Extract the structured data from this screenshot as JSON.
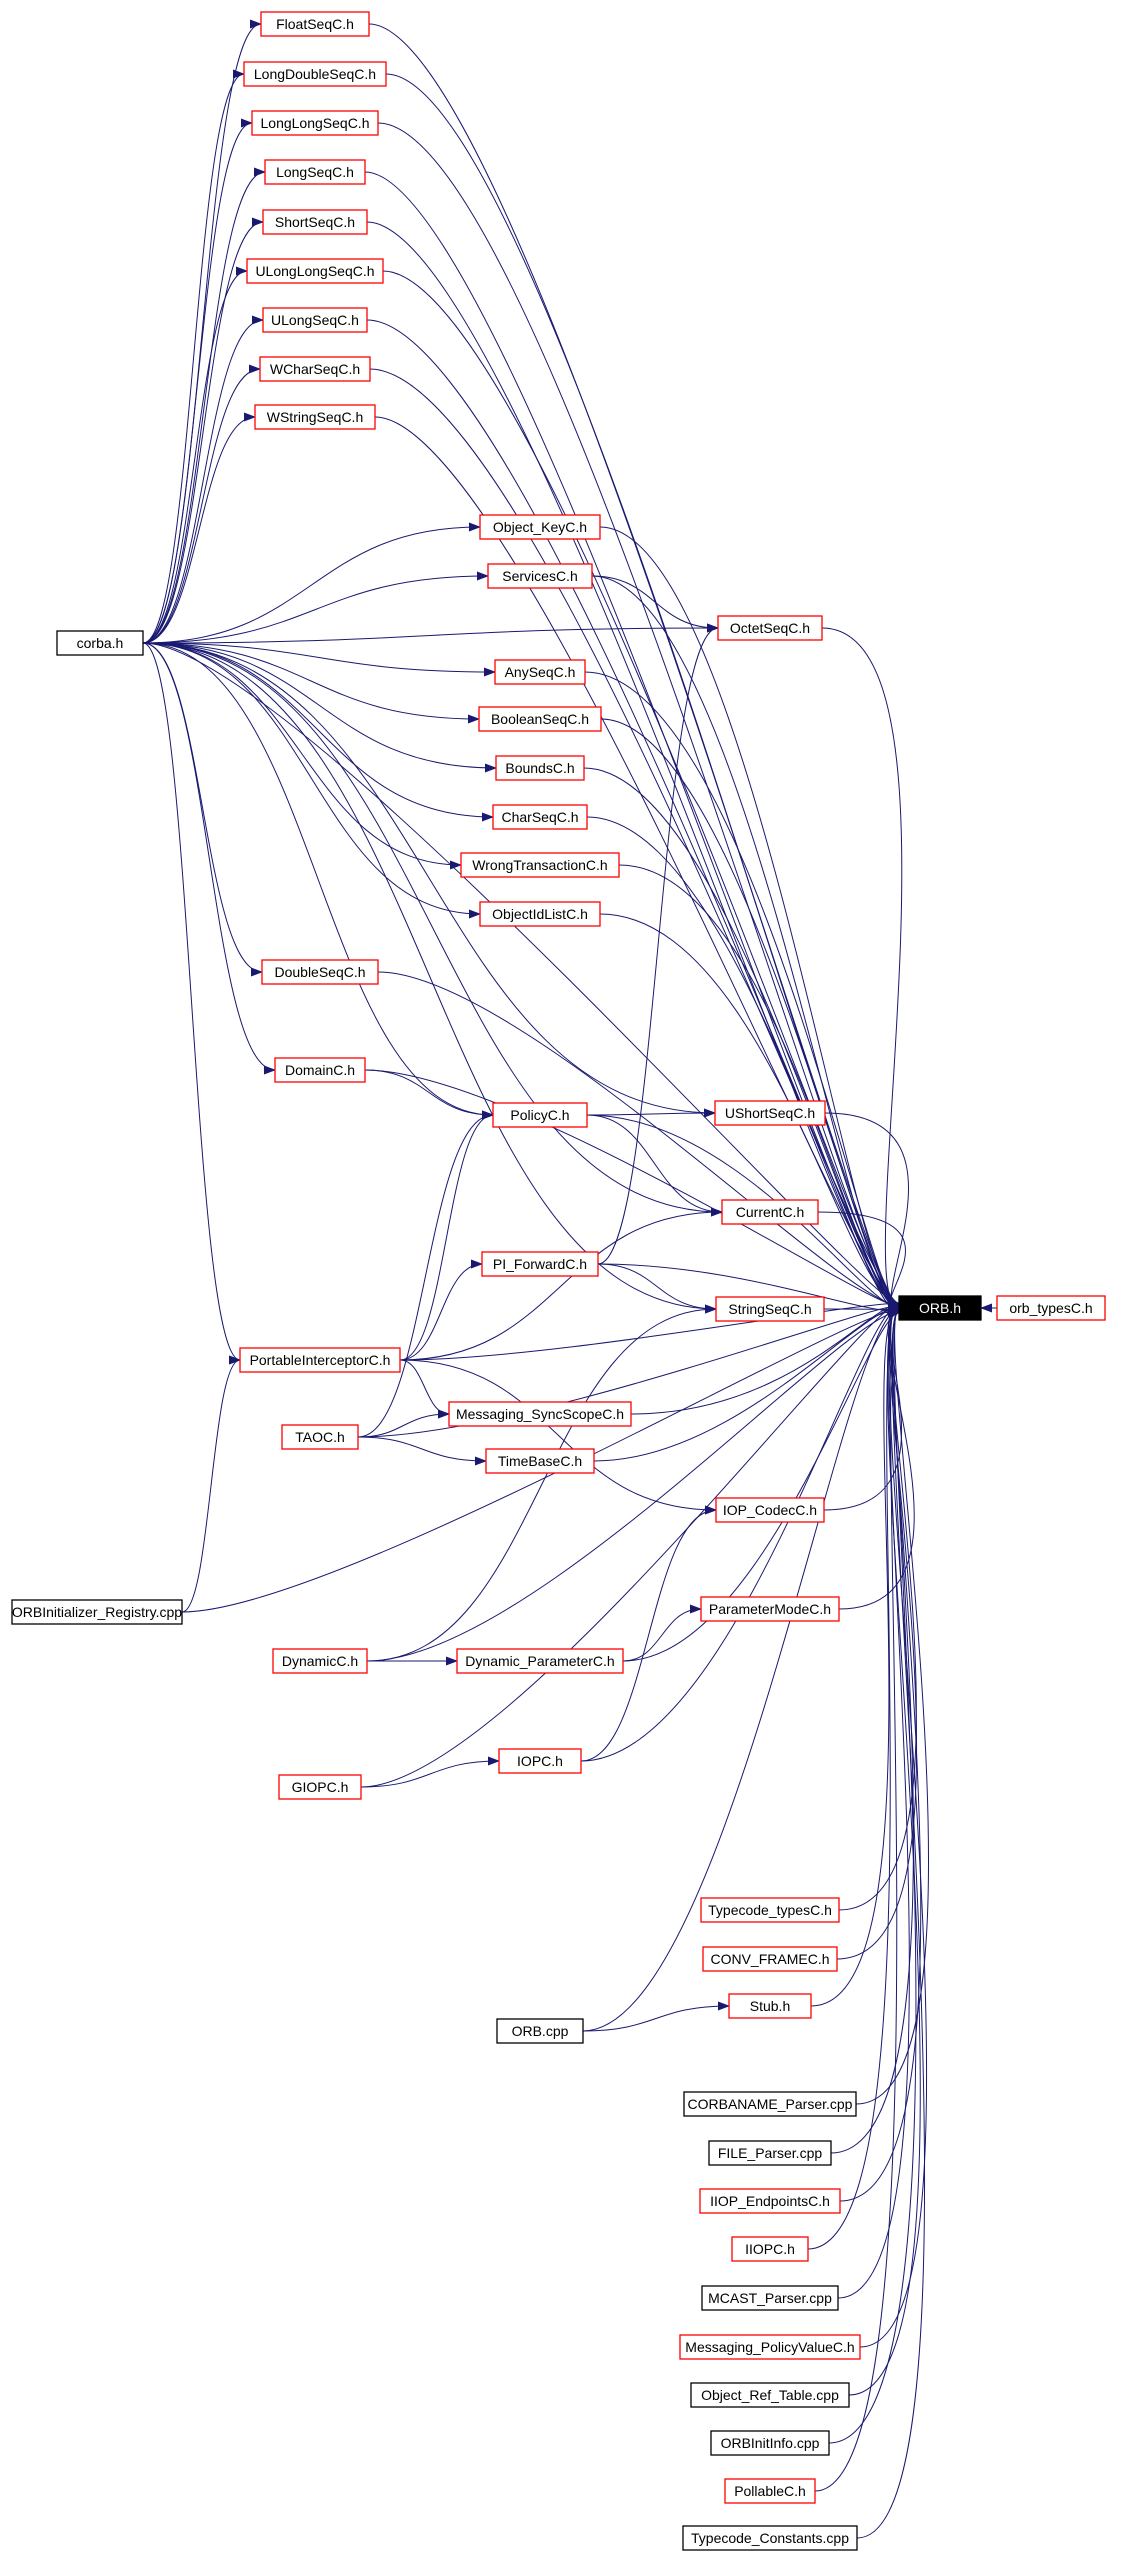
{
  "colors": {
    "edge": "#191970",
    "linked_border": "#ff0000",
    "plain_border": "#000000",
    "focus_fill": "#000000",
    "focus_text": "#ffffff",
    "text": "#000000"
  },
  "focus_node": "ORB.h",
  "nodes": [
    {
      "label": "ORB.h",
      "kind": "focus"
    },
    {
      "label": "orb_typesC.h",
      "kind": "linked"
    },
    {
      "label": "corba.h",
      "kind": "plain"
    },
    {
      "label": "FloatSeqC.h",
      "kind": "linked"
    },
    {
      "label": "LongDoubleSeqC.h",
      "kind": "linked"
    },
    {
      "label": "LongLongSeqC.h",
      "kind": "linked"
    },
    {
      "label": "LongSeqC.h",
      "kind": "linked"
    },
    {
      "label": "ShortSeqC.h",
      "kind": "linked"
    },
    {
      "label": "ULongLongSeqC.h",
      "kind": "linked"
    },
    {
      "label": "ULongSeqC.h",
      "kind": "linked"
    },
    {
      "label": "WCharSeqC.h",
      "kind": "linked"
    },
    {
      "label": "WStringSeqC.h",
      "kind": "linked"
    },
    {
      "label": "Object_KeyC.h",
      "kind": "linked"
    },
    {
      "label": "ServicesC.h",
      "kind": "linked"
    },
    {
      "label": "OctetSeqC.h",
      "kind": "linked"
    },
    {
      "label": "AnySeqC.h",
      "kind": "linked"
    },
    {
      "label": "BooleanSeqC.h",
      "kind": "linked"
    },
    {
      "label": "BoundsC.h",
      "kind": "linked"
    },
    {
      "label": "CharSeqC.h",
      "kind": "linked"
    },
    {
      "label": "WrongTransactionC.h",
      "kind": "linked"
    },
    {
      "label": "ObjectIdListC.h",
      "kind": "linked"
    },
    {
      "label": "DoubleSeqC.h",
      "kind": "linked"
    },
    {
      "label": "DomainC.h",
      "kind": "linked"
    },
    {
      "label": "PolicyC.h",
      "kind": "linked"
    },
    {
      "label": "UShortSeqC.h",
      "kind": "linked"
    },
    {
      "label": "CurrentC.h",
      "kind": "linked"
    },
    {
      "label": "PI_ForwardC.h",
      "kind": "linked"
    },
    {
      "label": "StringSeqC.h",
      "kind": "linked"
    },
    {
      "label": "PortableInterceptorC.h",
      "kind": "linked"
    },
    {
      "label": "Messaging_SyncScopeC.h",
      "kind": "linked"
    },
    {
      "label": "TAOC.h",
      "kind": "linked"
    },
    {
      "label": "TimeBaseC.h",
      "kind": "linked"
    },
    {
      "label": "IOP_CodecC.h",
      "kind": "linked"
    },
    {
      "label": "ORBInitializer_Registry.cpp",
      "kind": "plain"
    },
    {
      "label": "ParameterModeC.h",
      "kind": "linked"
    },
    {
      "label": "DynamicC.h",
      "kind": "linked"
    },
    {
      "label": "Dynamic_ParameterC.h",
      "kind": "linked"
    },
    {
      "label": "GIOPC.h",
      "kind": "linked"
    },
    {
      "label": "IOPC.h",
      "kind": "linked"
    },
    {
      "label": "Typecode_typesC.h",
      "kind": "linked"
    },
    {
      "label": "CONV_FRAMEC.h",
      "kind": "linked"
    },
    {
      "label": "Stub.h",
      "kind": "linked"
    },
    {
      "label": "ORB.cpp",
      "kind": "plain"
    },
    {
      "label": "CORBANAME_Parser.cpp",
      "kind": "plain"
    },
    {
      "label": "FILE_Parser.cpp",
      "kind": "plain"
    },
    {
      "label": "IIOP_EndpointsC.h",
      "kind": "linked"
    },
    {
      "label": "IIOPC.h",
      "kind": "linked"
    },
    {
      "label": "MCAST_Parser.cpp",
      "kind": "plain"
    },
    {
      "label": "Messaging_PolicyValueC.h",
      "kind": "linked"
    },
    {
      "label": "Object_Ref_Table.cpp",
      "kind": "plain"
    },
    {
      "label": "ORBInitInfo.cpp",
      "kind": "plain"
    },
    {
      "label": "PollableC.h",
      "kind": "linked"
    },
    {
      "label": "Typecode_Constants.cpp",
      "kind": "plain"
    }
  ],
  "edges": [
    [
      "orb_typesC.h",
      "ORB.h"
    ],
    [
      "corba.h",
      "ORB.h"
    ],
    [
      "corba.h",
      "FloatSeqC.h"
    ],
    [
      "corba.h",
      "LongDoubleSeqC.h"
    ],
    [
      "corba.h",
      "LongLongSeqC.h"
    ],
    [
      "corba.h",
      "LongSeqC.h"
    ],
    [
      "corba.h",
      "ShortSeqC.h"
    ],
    [
      "corba.h",
      "ULongLongSeqC.h"
    ],
    [
      "corba.h",
      "ULongSeqC.h"
    ],
    [
      "corba.h",
      "WCharSeqC.h"
    ],
    [
      "corba.h",
      "WStringSeqC.h"
    ],
    [
      "corba.h",
      "Object_KeyC.h"
    ],
    [
      "corba.h",
      "ServicesC.h"
    ],
    [
      "corba.h",
      "OctetSeqC.h"
    ],
    [
      "corba.h",
      "AnySeqC.h"
    ],
    [
      "corba.h",
      "BooleanSeqC.h"
    ],
    [
      "corba.h",
      "BoundsC.h"
    ],
    [
      "corba.h",
      "CharSeqC.h"
    ],
    [
      "corba.h",
      "WrongTransactionC.h"
    ],
    [
      "corba.h",
      "ObjectIdListC.h"
    ],
    [
      "corba.h",
      "DoubleSeqC.h"
    ],
    [
      "corba.h",
      "DomainC.h"
    ],
    [
      "corba.h",
      "PolicyC.h"
    ],
    [
      "corba.h",
      "UShortSeqC.h"
    ],
    [
      "corba.h",
      "CurrentC.h"
    ],
    [
      "corba.h",
      "StringSeqC.h"
    ],
    [
      "corba.h",
      "PortableInterceptorC.h"
    ],
    [
      "FloatSeqC.h",
      "ORB.h"
    ],
    [
      "LongDoubleSeqC.h",
      "ORB.h"
    ],
    [
      "LongLongSeqC.h",
      "ORB.h"
    ],
    [
      "LongSeqC.h",
      "ORB.h"
    ],
    [
      "ShortSeqC.h",
      "ORB.h"
    ],
    [
      "ULongLongSeqC.h",
      "ORB.h"
    ],
    [
      "ULongSeqC.h",
      "ORB.h"
    ],
    [
      "WCharSeqC.h",
      "ORB.h"
    ],
    [
      "WStringSeqC.h",
      "ORB.h"
    ],
    [
      "Object_KeyC.h",
      "ORB.h"
    ],
    [
      "ServicesC.h",
      "ORB.h"
    ],
    [
      "ServicesC.h",
      "OctetSeqC.h"
    ],
    [
      "OctetSeqC.h",
      "ORB.h"
    ],
    [
      "AnySeqC.h",
      "ORB.h"
    ],
    [
      "BooleanSeqC.h",
      "ORB.h"
    ],
    [
      "BoundsC.h",
      "ORB.h"
    ],
    [
      "CharSeqC.h",
      "ORB.h"
    ],
    [
      "WrongTransactionC.h",
      "ORB.h"
    ],
    [
      "ObjectIdListC.h",
      "ORB.h"
    ],
    [
      "DoubleSeqC.h",
      "ORB.h"
    ],
    [
      "DomainC.h",
      "ORB.h"
    ],
    [
      "DomainC.h",
      "PolicyC.h"
    ],
    [
      "PolicyC.h",
      "ORB.h"
    ],
    [
      "PolicyC.h",
      "UShortSeqC.h"
    ],
    [
      "PolicyC.h",
      "CurrentC.h"
    ],
    [
      "UShortSeqC.h",
      "ORB.h"
    ],
    [
      "CurrentC.h",
      "ORB.h"
    ],
    [
      "PI_ForwardC.h",
      "ORB.h"
    ],
    [
      "PI_ForwardC.h",
      "StringSeqC.h"
    ],
    [
      "PI_ForwardC.h",
      "OctetSeqC.h"
    ],
    [
      "StringSeqC.h",
      "ORB.h"
    ],
    [
      "PortableInterceptorC.h",
      "ORB.h"
    ],
    [
      "PortableInterceptorC.h",
      "PI_ForwardC.h"
    ],
    [
      "PortableInterceptorC.h",
      "PolicyC.h"
    ],
    [
      "PortableInterceptorC.h",
      "CurrentC.h"
    ],
    [
      "PortableInterceptorC.h",
      "Messaging_SyncScopeC.h"
    ],
    [
      "PortableInterceptorC.h",
      "IOP_CodecC.h"
    ],
    [
      "Messaging_SyncScopeC.h",
      "ORB.h"
    ],
    [
      "TAOC.h",
      "ORB.h"
    ],
    [
      "TAOC.h",
      "PolicyC.h"
    ],
    [
      "TAOC.h",
      "Messaging_SyncScopeC.h"
    ],
    [
      "TAOC.h",
      "TimeBaseC.h"
    ],
    [
      "TimeBaseC.h",
      "ORB.h"
    ],
    [
      "IOP_CodecC.h",
      "ORB.h"
    ],
    [
      "ORBInitializer_Registry.cpp",
      "PortableInterceptorC.h"
    ],
    [
      "ORBInitializer_Registry.cpp",
      "ORB.h"
    ],
    [
      "ParameterModeC.h",
      "ORB.h"
    ],
    [
      "DynamicC.h",
      "Dynamic_ParameterC.h"
    ],
    [
      "DynamicC.h",
      "StringSeqC.h"
    ],
    [
      "DynamicC.h",
      "ORB.h"
    ],
    [
      "Dynamic_ParameterC.h",
      "ParameterModeC.h"
    ],
    [
      "Dynamic_ParameterC.h",
      "ORB.h"
    ],
    [
      "GIOPC.h",
      "IOPC.h"
    ],
    [
      "GIOPC.h",
      "ORB.h"
    ],
    [
      "IOPC.h",
      "ORB.h"
    ],
    [
      "IOPC.h",
      "IOP_CodecC.h"
    ],
    [
      "Typecode_typesC.h",
      "ORB.h"
    ],
    [
      "CONV_FRAMEC.h",
      "ORB.h"
    ],
    [
      "Stub.h",
      "ORB.h"
    ],
    [
      "ORB.cpp",
      "Stub.h"
    ],
    [
      "ORB.cpp",
      "ORB.h"
    ],
    [
      "CORBANAME_Parser.cpp",
      "ORB.h"
    ],
    [
      "FILE_Parser.cpp",
      "ORB.h"
    ],
    [
      "IIOP_EndpointsC.h",
      "ORB.h"
    ],
    [
      "IIOPC.h",
      "ORB.h"
    ],
    [
      "MCAST_Parser.cpp",
      "ORB.h"
    ],
    [
      "Messaging_PolicyValueC.h",
      "ORB.h"
    ],
    [
      "Object_Ref_Table.cpp",
      "ORB.h"
    ],
    [
      "ORBInitInfo.cpp",
      "ORB.h"
    ],
    [
      "PollableC.h",
      "ORB.h"
    ],
    [
      "Typecode_Constants.cpp",
      "ORB.h"
    ]
  ]
}
